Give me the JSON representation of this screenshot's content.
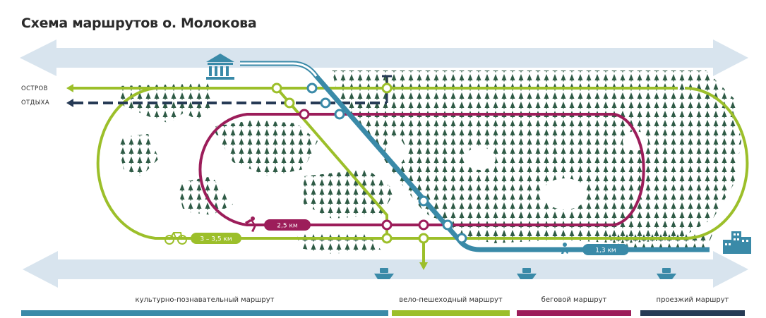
{
  "title": "Схема маршрутов о. Молокова",
  "island_label_top": "ОСТРОВ",
  "island_label_bottom": "ОТДЫХА",
  "distances": {
    "run": "2,5 км",
    "bike": "3 – 3,5 км",
    "walk": "1,3 км"
  },
  "legend": [
    {
      "label": "культурно-познавательный маршрут",
      "color": "#3a8aa8"
    },
    {
      "label": "вело-пешеходный маршрут",
      "color": "#9cbf2a"
    },
    {
      "label": "беговой маршрут",
      "color": "#9c1d5a"
    },
    {
      "label": "проезжий маршрут",
      "color": "#263a55"
    }
  ],
  "colors": {
    "cultural": "#3a8aa8",
    "bike": "#9cbf2a",
    "run": "#9c1d5a",
    "road": "#263a55",
    "forest": "#2f5b46",
    "river": "#d8e4ee"
  },
  "icons": [
    "museum-icon",
    "runner-icon",
    "bicycle-icon",
    "walker-icon",
    "boat-icon",
    "buildings-icon"
  ]
}
